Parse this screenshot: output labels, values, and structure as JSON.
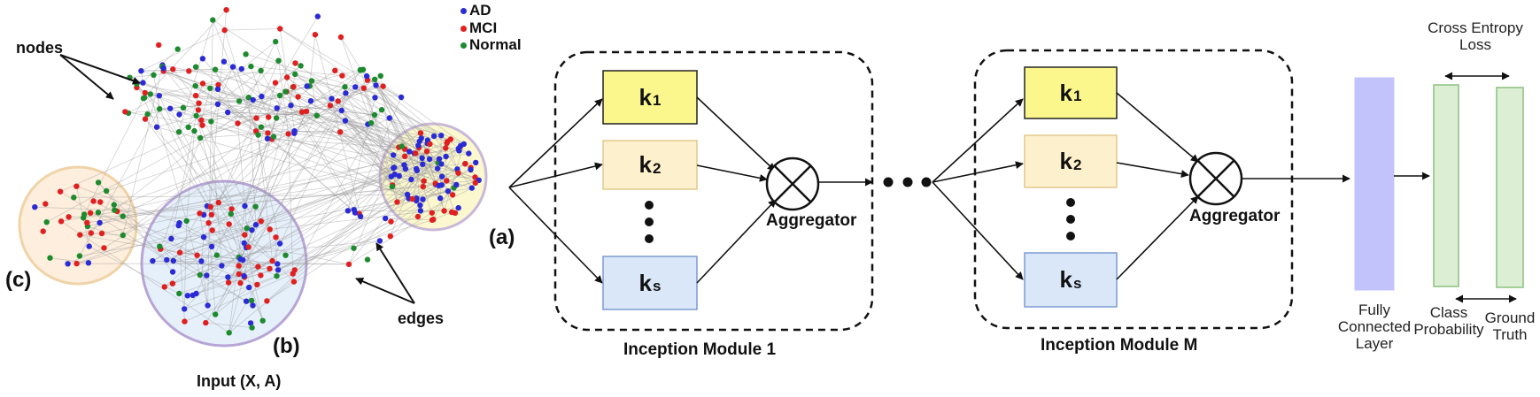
{
  "legend": [
    {
      "label": "AD",
      "color": "#2b2bd6"
    },
    {
      "label": "MCI",
      "color": "#e02020"
    },
    {
      "label": "Normal",
      "color": "#1e8a2e"
    }
  ],
  "graph": {
    "nodes_label": "nodes",
    "edges_label": "edges",
    "label_a": "(a)",
    "label_b": "(b)",
    "label_c": "(c)",
    "input_label": "Input (X, A)"
  },
  "module1": {
    "k1": "k",
    "k1_sub": "1",
    "k2": "k",
    "k2_sub": "2",
    "ks": "k",
    "ks_sub": "s",
    "aggregator": "Aggregator",
    "title": "Inception Module 1"
  },
  "moduleM": {
    "k1": "k",
    "k1_sub": "1",
    "k2": "k",
    "k2_sub": "2",
    "ks": "k",
    "ks_sub": "s",
    "aggregator": "Aggregator",
    "title": "Inception Module M"
  },
  "output": {
    "loss_line1": "Cross Entropy",
    "loss_line2": "Loss",
    "fc_line1": "Fully",
    "fc_line2": "Connected",
    "fc_line3": "Layer",
    "prob_line1": "Class",
    "prob_line2": "Probability",
    "gt_line1": "Ground",
    "gt_line2": "Truth"
  },
  "colors": {
    "k1_fill": "#fbf78c",
    "k2_fill": "#fdf0cc",
    "ks_fill": "#d9e7f8",
    "fc_fill": "#c3c3fc",
    "prob_fill": "#dcefd5",
    "cluster_a": "#fbf7cf",
    "cluster_b": "#e6f0fb",
    "cluster_c": "#fdeedd"
  }
}
